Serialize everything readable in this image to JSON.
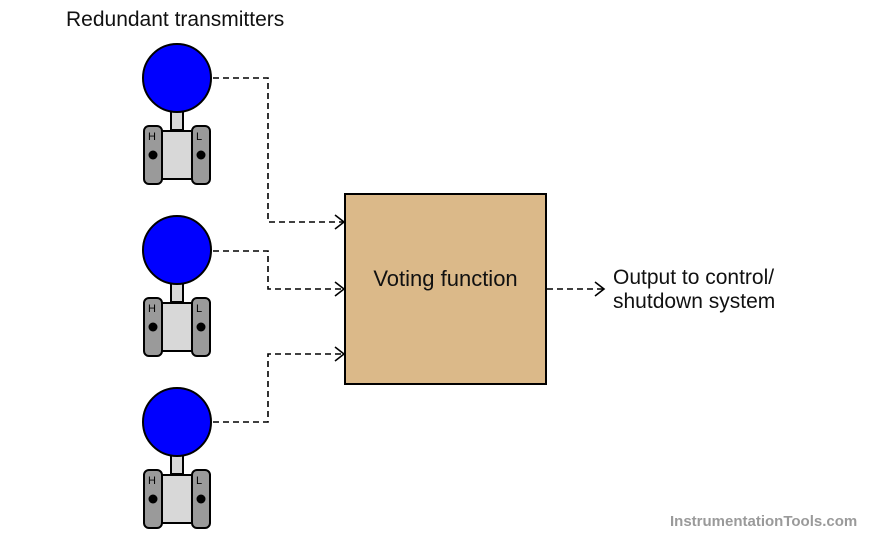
{
  "title": "Redundant transmitters",
  "transmitters": [
    {
      "high_label": "H",
      "low_label": "L"
    },
    {
      "high_label": "H",
      "low_label": "L"
    },
    {
      "high_label": "H",
      "low_label": "L"
    }
  ],
  "voter": {
    "label": "Voting function"
  },
  "output": {
    "line1": "Output to control/",
    "line2": "shutdown system"
  },
  "watermark": "InstrumentationTools.com",
  "colors": {
    "transmitter_head": "#0000ff",
    "transmitter_body": "#d8d8d8",
    "transmitter_flange": "#9a9a9a",
    "voter_fill": "#dbb989",
    "line": "#000000",
    "watermark": "#9a9a9a"
  }
}
